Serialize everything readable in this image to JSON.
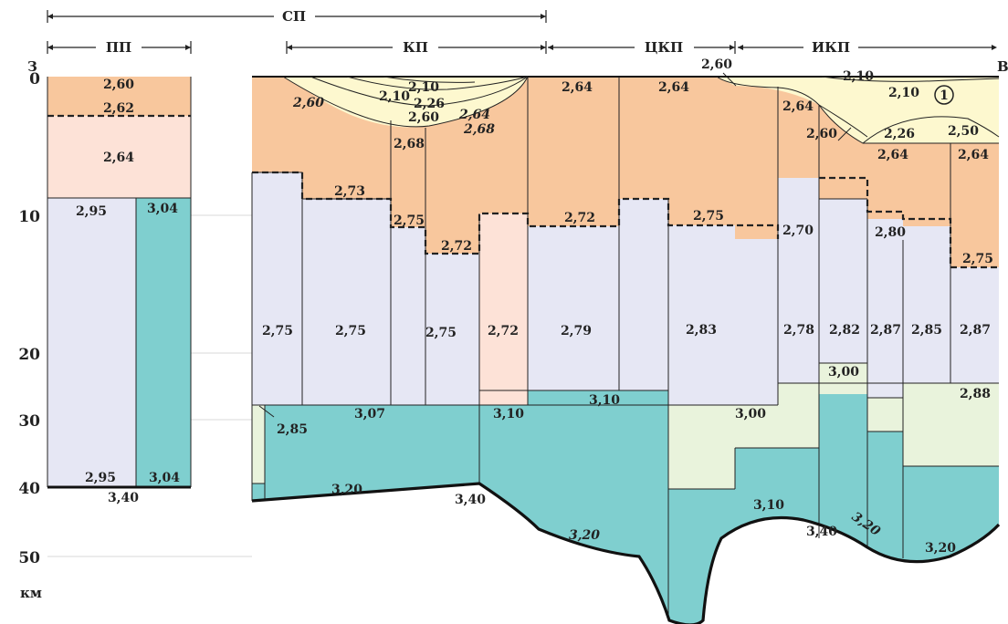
{
  "header": {
    "sp": "СП",
    "pp": "ПП",
    "kp": "КП",
    "tskp": "ЦКП",
    "ikp": "ИКП",
    "west": "З",
    "east": "В"
  },
  "axis": {
    "ticks": [
      "0",
      "10",
      "20",
      "30",
      "40",
      "50"
    ],
    "unit": "км"
  },
  "labels": {
    "pp_a": "2,60",
    "pp_b": "2,62",
    "pp_c": "2,64",
    "pp_d": "2,95",
    "pp_e": "3,04",
    "pp_f": "2,95",
    "pp_g": "3,04",
    "pp_h": "3,40",
    "kp_210a": "2,10",
    "kp_210b": "2,10",
    "kp_226": "2,26",
    "kp_260b": "2,60",
    "kp_264": "2,64",
    "kp_268b": "2,68",
    "kp_260a": "2,60",
    "kp_268a": "2,68",
    "kp_273": "2,73",
    "kp_275a": "2,75",
    "kp_272a": "2,72",
    "kp_275b": "2,75",
    "kp_275c": "2,75",
    "kp_275d": "2,75",
    "kp_272b": "2,72",
    "kp_285": "2,85",
    "kp_307": "3,07",
    "kp_310": "3,10",
    "kp_320": "3,20",
    "kp_340": "3,40",
    "c_264a": "2,64",
    "c_264b": "2,64",
    "c_272": "2,72",
    "c_275": "2,75",
    "c_279": "2,79",
    "c_283": "2,83",
    "c_310": "3,10",
    "c_300": "3,00",
    "c_320": "3,20",
    "c_260": "2,60",
    "i_210a": "2,10",
    "i_210b": "2,10",
    "i_264a": "2,64",
    "i_260": "2,60",
    "i_226": "2,26",
    "i_250": "2,50",
    "i_264b": "2,64",
    "i_264c": "2,64",
    "i_270": "2,70",
    "i_280": "2,80",
    "i_275": "2,75",
    "i_278": "2,78",
    "i_282": "2,82",
    "i_287a": "2,87",
    "i_285": "2,85",
    "i_287b": "2,87",
    "i_300": "3,00",
    "i_288": "2,88",
    "i_310": "3,10",
    "i_340": "3,40",
    "i_320a": "3,20",
    "i_320b": "3,20",
    "circle1": "1"
  },
  "colors": {
    "orange": "#f8c79d",
    "pink": "#fde2d7",
    "lavender": "#e6e7f4",
    "teal": "#7fcfcf",
    "cream": "#fdf8cf",
    "lightgreen": "#e9f3dc"
  }
}
